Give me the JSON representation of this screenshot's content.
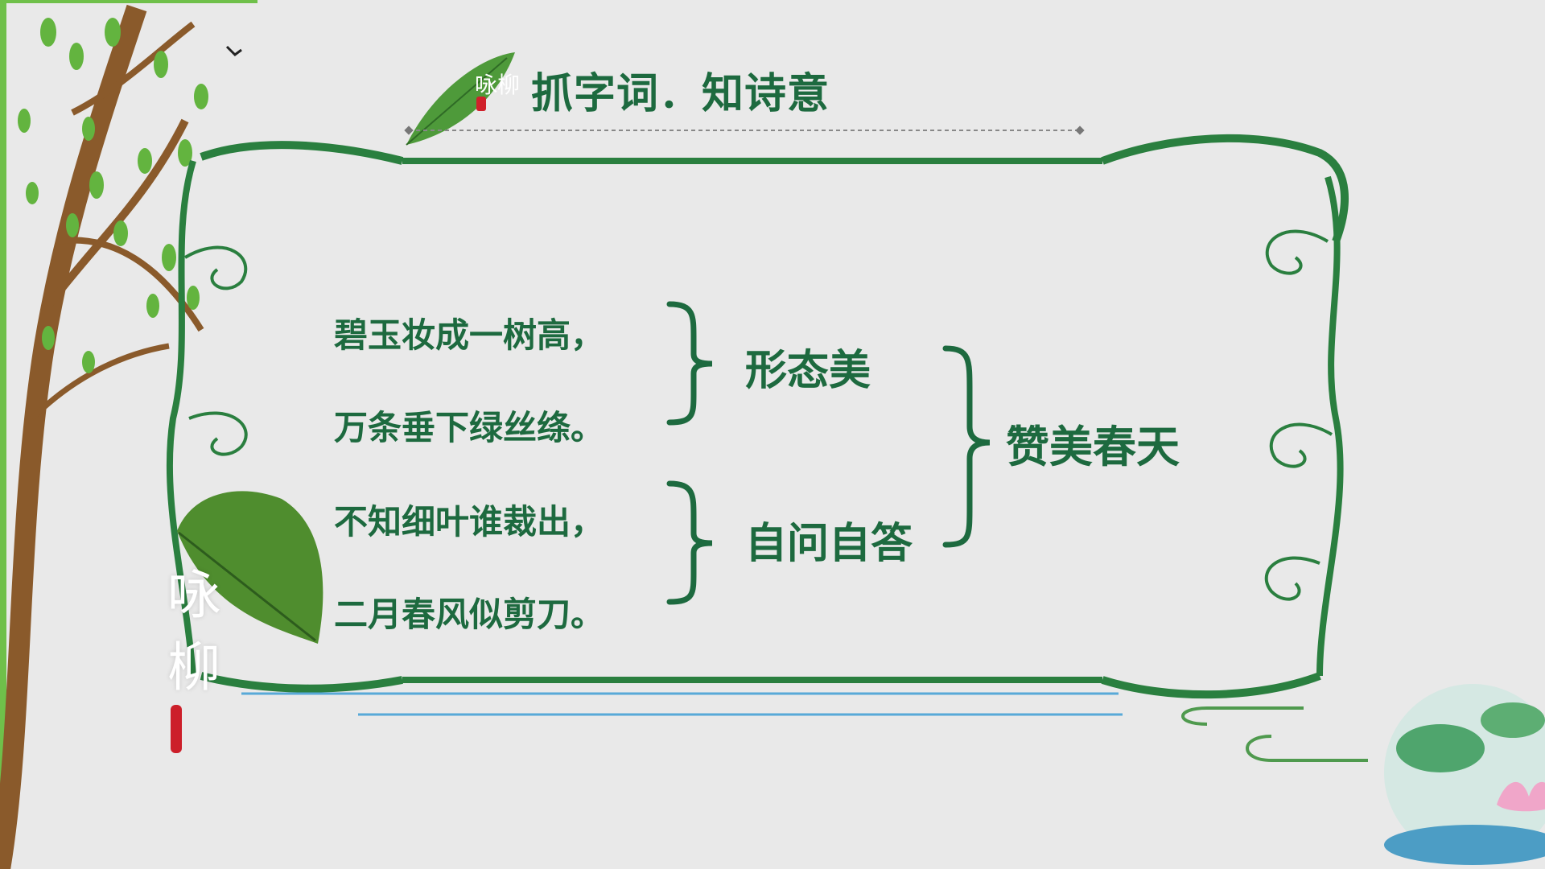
{
  "header": {
    "title": "抓字词．知诗意",
    "tag": "咏柳"
  },
  "poem": {
    "lines": [
      "碧玉妆成一树高，",
      "万条垂下绿丝绦。",
      "不知细叶谁裁出，",
      "二月春风似剪刀。"
    ]
  },
  "groups": {
    "first": "形态美",
    "second": "自问自答",
    "summary": "赞美春天"
  },
  "side": {
    "vertical_title": [
      "咏",
      "柳"
    ]
  },
  "colors": {
    "text": "#1d6a3f",
    "frame": "#2a7f3f",
    "background": "#e9e9e9",
    "accent_blue": "#58a9d8"
  },
  "icons": [
    "leaf-icon",
    "tree-branch",
    "lotus-decoration",
    "bird-icon",
    "seal-stamp"
  ]
}
